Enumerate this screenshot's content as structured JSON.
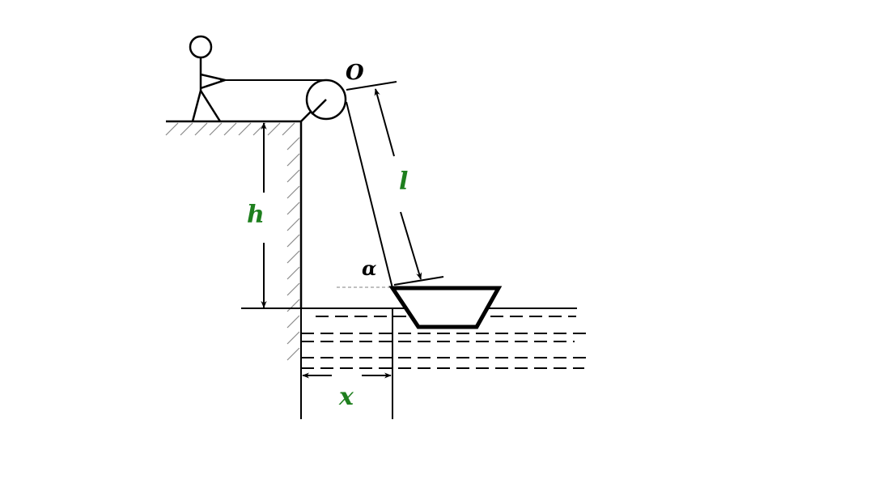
{
  "labels": {
    "pulley": "O",
    "rope_length": "l",
    "height": "h",
    "angle": "α",
    "distance": "x"
  },
  "colors": {
    "ink": "#000000",
    "label_green": "#1e7f1e",
    "hatch": "#8a8a8a",
    "guide": "#9a9a9a"
  }
}
